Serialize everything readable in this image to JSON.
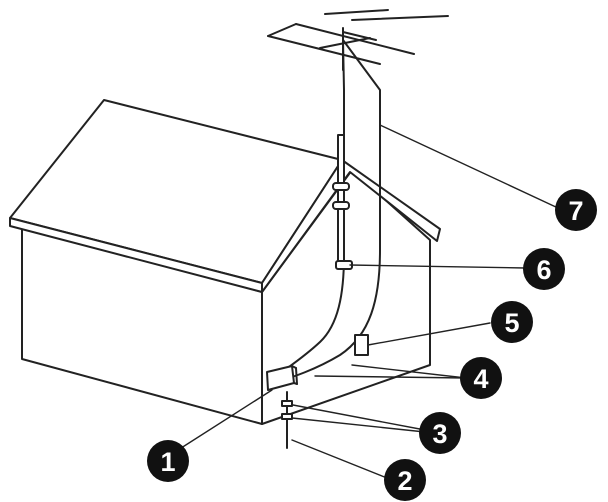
{
  "figure": {
    "colors": {
      "line": "#222222",
      "fill": "#ffffff",
      "callout_bg": "#111111",
      "callout_text": "#ffffff"
    },
    "callouts": [
      {
        "label": "1",
        "icon": "callout-number-badge"
      },
      {
        "label": "2",
        "icon": "callout-number-badge"
      },
      {
        "label": "3",
        "icon": "callout-number-badge"
      },
      {
        "label": "4",
        "icon": "callout-number-badge"
      },
      {
        "label": "5",
        "icon": "callout-number-badge"
      },
      {
        "label": "6",
        "icon": "callout-number-badge"
      },
      {
        "label": "7",
        "icon": "callout-number-badge"
      }
    ]
  }
}
